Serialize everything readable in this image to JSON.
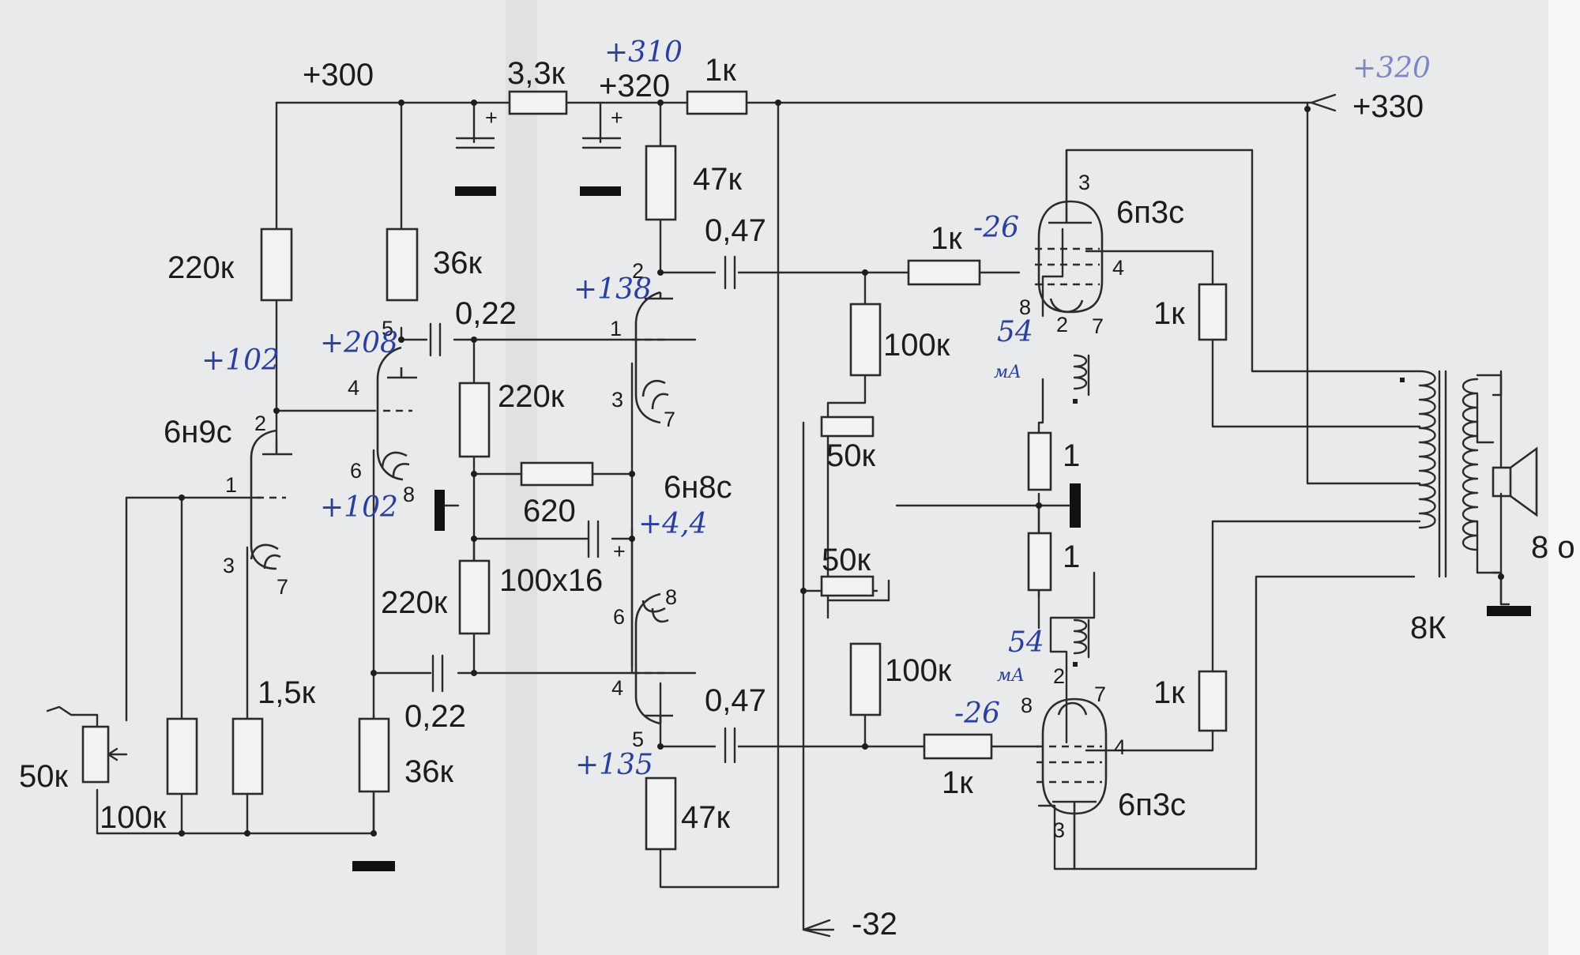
{
  "rails": {
    "v300": "+300",
    "v320": "+320",
    "v330": "+330",
    "vneg32": "-32"
  },
  "components": {
    "r_dropper1": "3,3к",
    "r_dropper2": "1к",
    "r_load_v1": "220к",
    "r_load_v2": "36к",
    "r_load_v3_top": "47к",
    "r_load_v3_bot": "47к",
    "c_couple1": "0,22",
    "c_couple2": "0,22",
    "r_grid_top": "220к",
    "r_grid_bot": "220к",
    "r_cathode": "620",
    "c_cathode": "100х16",
    "r_36k_bot": "36к",
    "c_out_top": "0,47",
    "c_out_bot": "0,47",
    "r_stop_top": "1к",
    "r_stop_bot": "1к",
    "r_g2_top": "1к",
    "r_g2_bot": "1к",
    "r_bias_top": "100к",
    "r_bias_bot": "100к",
    "pot_bal_top": "50к",
    "pot_bal_bot": "50к",
    "r_cath_top": "1",
    "r_cath_bot": "1",
    "pot_volume": "50к",
    "r_in": "100к",
    "r_k_v1": "1,5к",
    "transformer": "8К",
    "speaker": "8 о"
  },
  "tubes": {
    "v1": "6н9с",
    "v2": "6н8с",
    "v3": "6п3с",
    "v4": "6п3с"
  },
  "pins": {
    "v1": [
      "2",
      "1",
      "3",
      "7",
      "5",
      "4",
      "6",
      "8"
    ],
    "v2": [
      "2",
      "1",
      "3",
      "7",
      "8",
      "6",
      "4",
      "5"
    ],
    "v3": [
      "3",
      "4",
      "8",
      "2",
      "7"
    ],
    "v4": [
      "2",
      "7",
      "8",
      "4",
      "3"
    ]
  },
  "handwritten": {
    "v310": "+310",
    "v320b": "+320",
    "v102a": "+102",
    "v208": "+208",
    "v138": "+138",
    "v102b": "+102",
    "v44": "+4,4",
    "v135": "+135",
    "neg26a": "-26",
    "neg26b": "-26",
    "i54a": "54",
    "ma_a": "мА",
    "i54b": "54",
    "ma_b": "мА"
  }
}
